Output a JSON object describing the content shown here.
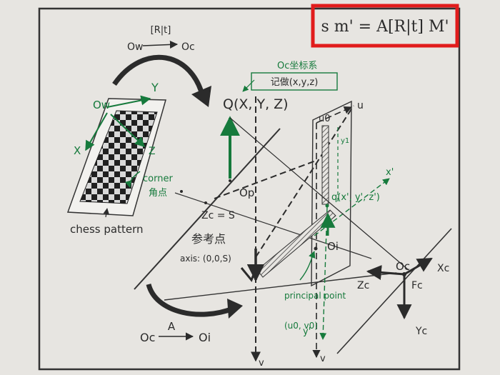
{
  "formula": {
    "text": "s m' = A[R|t] M'"
  },
  "top_transform": {
    "label": "[R|t]",
    "from": "Ow",
    "to": "Oc"
  },
  "bottom_transform": {
    "label": "A",
    "from": "Oc",
    "to": "Oi"
  },
  "board": {
    "origin": "Ow",
    "axis_x": "X",
    "axis_y": "Y",
    "axis_z": "Z",
    "corner_en": "corner",
    "corner_zh": "角点",
    "caption": "chess pattern"
  },
  "world_point": {
    "label": "Q(X, Y, Z)"
  },
  "camera_coords_box": {
    "title": "Oc坐标系",
    "value": "记做(x,y,z)"
  },
  "reference_point": {
    "zc_eq": "Zc = S",
    "name": "参考点",
    "axis": "axis: (0,0,S)"
  },
  "reference_plane": {
    "origin_label": "Op",
    "v_label": "v"
  },
  "image_plane": {
    "origin_label": "Oi",
    "u0_label": "u0",
    "u_label": "u",
    "v_label": "v",
    "x_prime_label": "x'",
    "y_prime_label": "y'",
    "vertical_offset_label": "y1",
    "projected_point_label": "q(x', y', z')",
    "principal_point": "principal point",
    "principal_coords": "(u0, v0)"
  },
  "camera": {
    "origin": "Oc",
    "x_axis": "Xc",
    "y_axis": "Yc",
    "z_axis": "Zc",
    "focal": "Fc"
  },
  "colors": {
    "paper": "#e7e5e1",
    "ink": "#2b2b2b",
    "green": "#167a3c",
    "red": "#e11c1c",
    "frame": "#333333"
  }
}
